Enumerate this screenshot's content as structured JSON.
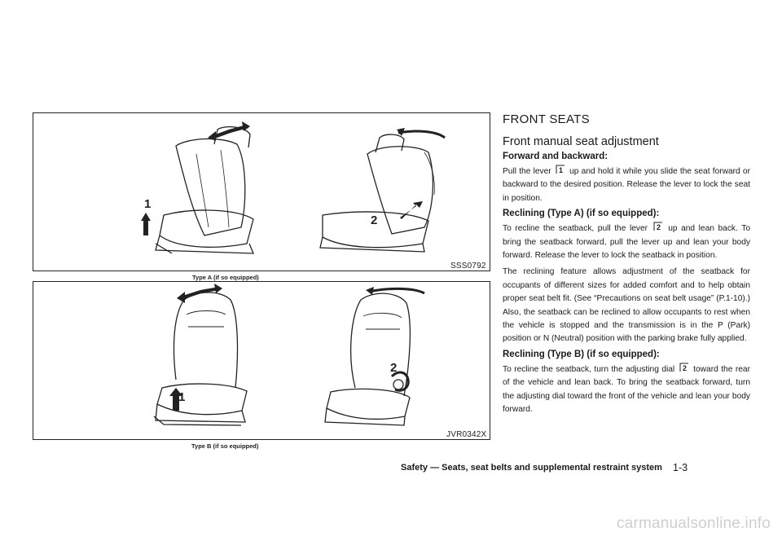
{
  "figures": {
    "fig_a": {
      "code": "SSS0792",
      "caption": "Type A (if so equipped)",
      "callout_1": "1",
      "callout_2": "2"
    },
    "fig_b": {
      "code": "JVR0342X",
      "caption": "Type B (if so equipped)",
      "callout_1": "1",
      "callout_2": "2"
    }
  },
  "section": {
    "heading": "FRONT SEATS",
    "subheading": "Front manual seat adjustment",
    "forward": {
      "title": "Forward and backward:",
      "text_before": "Pull the lever",
      "ref": "1",
      "text_after": "up and hold it while you slide the seat forward or backward to the desired position. Release the lever to lock the seat in position."
    },
    "recline_a": {
      "title": "Reclining (Type A) (if so equipped):",
      "text_before": "To recline the seatback, pull the lever",
      "ref": "2",
      "text_after": "up and lean back. To bring the seatback forward, pull the lever up and lean your body forward. Release the lever to lock the seatback in position.",
      "paragraph2": "The reclining feature allows adjustment of the seatback for occupants of different sizes for added comfort and to help obtain proper seat belt fit. (See “Precautions on seat belt usage” (P.1-10).) Also, the seatback can be reclined to allow occupants to rest when the vehicle is stopped and the transmission is in the P (Park) position or N (Neutral) position with the parking brake fully applied."
    },
    "recline_b": {
      "title": "Reclining (Type B) (if so equipped):",
      "text_before": "To recline the seatback, turn the adjusting dial",
      "ref": "2",
      "text_after": "toward the rear of the vehicle and lean back. To bring the seatback forward, turn the adjusting dial toward the front of the vehicle and lean your body forward."
    }
  },
  "footer": {
    "chapter": "Safety — Seats, seat belts and supplemental restraint system",
    "page": "1-3"
  },
  "watermark": "carmanualsonline.info"
}
